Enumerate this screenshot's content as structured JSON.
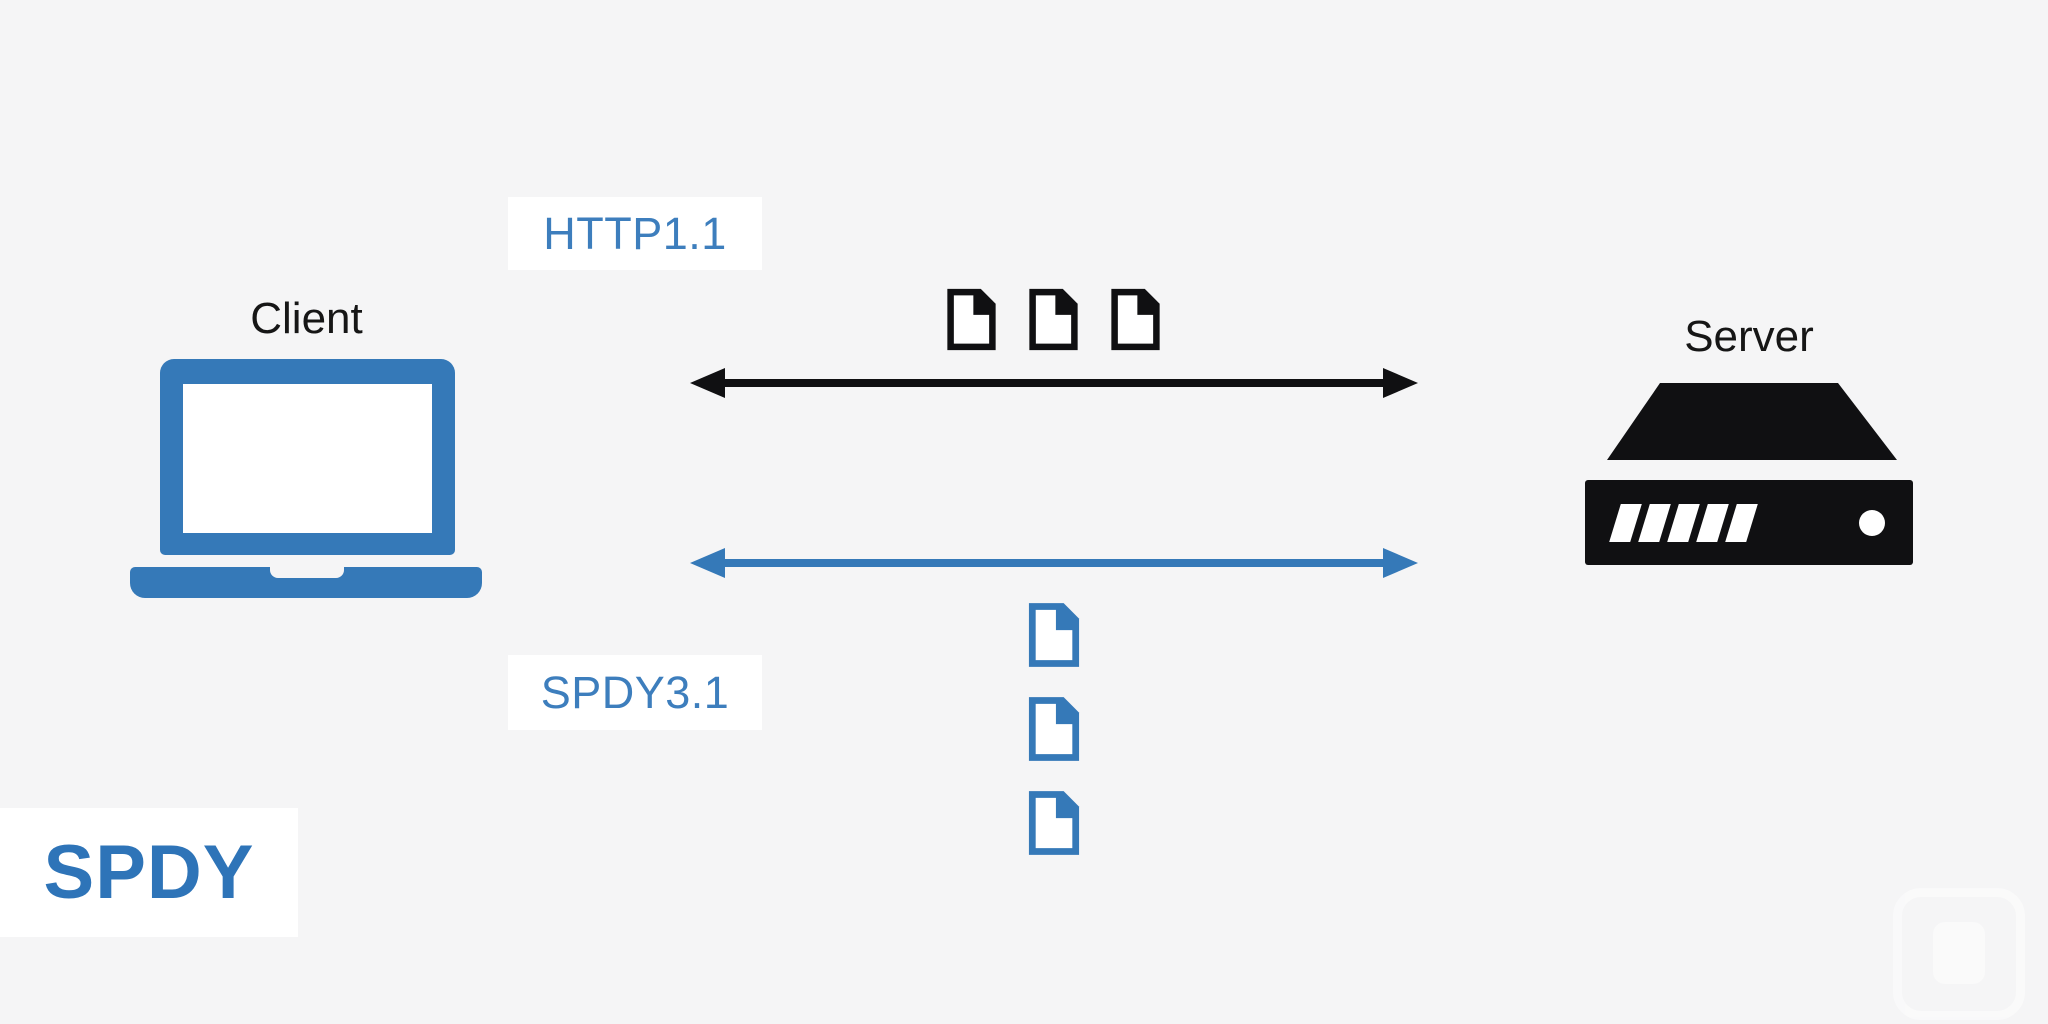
{
  "title_badge": {
    "text": "SPDY"
  },
  "nodes": {
    "client": {
      "label": "Client"
    },
    "server": {
      "label": "Server"
    }
  },
  "connections": {
    "http": {
      "label": "HTTP1.1",
      "doc_count": 3,
      "doc_layout": "row",
      "arrow_color": "#101012"
    },
    "spdy": {
      "label": "SPDY3.1",
      "doc_count": 3,
      "doc_layout": "column",
      "arrow_color": "#3579b8"
    }
  },
  "icons": {
    "client": "laptop-icon",
    "server": "server-rack-icon",
    "transfer": "document-icon",
    "link": "double-headed-arrow-icon",
    "corner": "watermark-logo"
  },
  "colors": {
    "accent_blue": "#3579b8",
    "label_blue": "#3d7ebd",
    "title_blue": "#2e74b8",
    "ink_black": "#101012",
    "background": "#f5f5f6",
    "label_box_bg": "#ffffff"
  }
}
